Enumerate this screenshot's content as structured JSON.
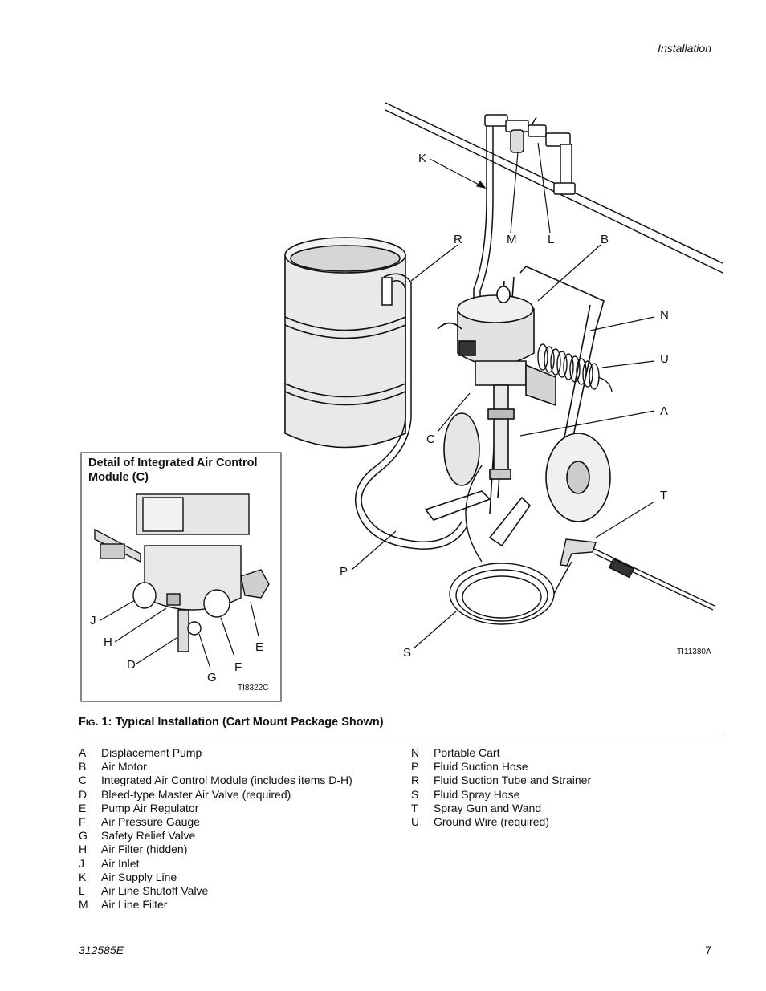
{
  "header": {
    "section": "Installation"
  },
  "figure": {
    "callouts": {
      "K": "K",
      "R": "R",
      "M": "M",
      "L": "L",
      "B": "B",
      "N": "N",
      "U": "U",
      "A": "A",
      "C": "C",
      "T": "T",
      "P": "P",
      "S": "S"
    },
    "ref_code": "TI11380A",
    "detail": {
      "title": "Detail of Integrated Air Control Module (C)",
      "callouts": {
        "J": "J",
        "H": "H",
        "D": "D",
        "G": "G",
        "F": "F",
        "E": "E"
      },
      "ref_code": "TI8322C"
    }
  },
  "caption": {
    "prefix_big": "F",
    "prefix_small": "IG",
    "text": ". 1: Typical Installation (Cart Mount Package Shown)"
  },
  "legend_left": [
    {
      "key": "A",
      "desc": "Displacement Pump"
    },
    {
      "key": "B",
      "desc": "Air Motor"
    },
    {
      "key": "C",
      "desc": "Integrated Air Control Module (includes items D-H)"
    },
    {
      "key": "D",
      "desc": "Bleed-type Master Air Valve (required)"
    },
    {
      "key": "E",
      "desc": "Pump Air Regulator"
    },
    {
      "key": "F",
      "desc": "Air Pressure Gauge"
    },
    {
      "key": "G",
      "desc": "Safety Relief Valve"
    },
    {
      "key": "H",
      "desc": "Air Filter (hidden)"
    },
    {
      "key": "J",
      "desc": "Air Inlet"
    },
    {
      "key": "K",
      "desc": "Air Supply Line"
    },
    {
      "key": "L",
      "desc": "Air Line Shutoff Valve"
    },
    {
      "key": "M",
      "desc": "Air Line Filter"
    }
  ],
  "legend_right": [
    {
      "key": "N",
      "desc": "Portable Cart"
    },
    {
      "key": "P",
      "desc": "Fluid Suction Hose"
    },
    {
      "key": "R",
      "desc": "Fluid Suction Tube and Strainer"
    },
    {
      "key": "S",
      "desc": "Fluid Spray Hose"
    },
    {
      "key": "T",
      "desc": "Spray Gun and Wand"
    },
    {
      "key": "U",
      "desc": "Ground Wire (required)"
    }
  ],
  "footer": {
    "doc_number": "312585E",
    "page": "7"
  }
}
